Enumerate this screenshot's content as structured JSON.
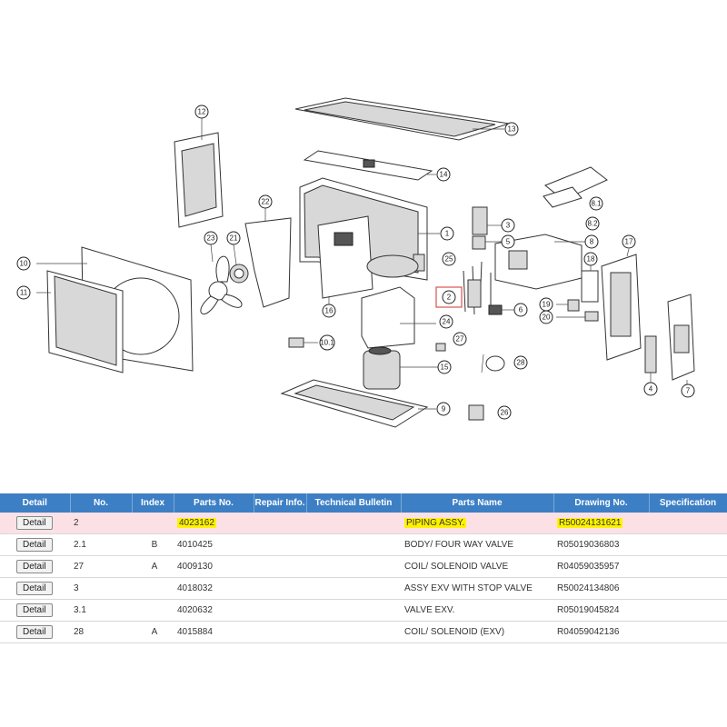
{
  "diagram": {
    "callouts": [
      "1",
      "2",
      "3",
      "4",
      "5",
      "6",
      "7",
      "8",
      "8.1",
      "8.2",
      "9",
      "10",
      "10.1",
      "11",
      "12",
      "13",
      "14",
      "15",
      "16",
      "17",
      "18",
      "19",
      "20",
      "21",
      "22",
      "23",
      "24",
      "25",
      "26",
      "27",
      "28"
    ],
    "highlight_color": "#d9534f"
  },
  "table": {
    "header_color": "#3d7fc4",
    "selected_row_color": "#fbe1e5",
    "highlight_color": "#fff200",
    "headers": [
      "Detail",
      "No.",
      "Index",
      "Parts No.",
      "Repair Info.",
      "Technical Bulletin",
      "Parts Name",
      "Drawing No.",
      "Specification"
    ],
    "rows": [
      {
        "button": "Detail",
        "no": "2",
        "index": "",
        "parts_no": "4023162",
        "repair": "",
        "bulletin": "",
        "name": "PIPING ASSY.",
        "drawing": "R50024131621",
        "spec": ""
      },
      {
        "button": "Detail",
        "no": "2.1",
        "index": "B",
        "parts_no": "4010425",
        "repair": "",
        "bulletin": "",
        "name": "BODY/ FOUR WAY VALVE",
        "drawing": "R05019036803",
        "spec": ""
      },
      {
        "button": "Detail",
        "no": "27",
        "index": "A",
        "parts_no": "4009130",
        "repair": "",
        "bulletin": "",
        "name": "COIL/ SOLENOID VALVE",
        "drawing": "R04059035957",
        "spec": ""
      },
      {
        "button": "Detail",
        "no": "3",
        "index": "",
        "parts_no": "4018032",
        "repair": "",
        "bulletin": "",
        "name": "ASSY EXV WITH STOP VALVE",
        "drawing": "R50024134806",
        "spec": ""
      },
      {
        "button": "Detail",
        "no": "3.1",
        "index": "",
        "parts_no": "4020632",
        "repair": "",
        "bulletin": "",
        "name": "VALVE EXV.",
        "drawing": "R05019045824",
        "spec": ""
      },
      {
        "button": "Detail",
        "no": "28",
        "index": "A",
        "parts_no": "4015884",
        "repair": "",
        "bulletin": "",
        "name": "COIL/ SOLENOID (EXV)",
        "drawing": "R04059042136",
        "spec": ""
      }
    ]
  }
}
